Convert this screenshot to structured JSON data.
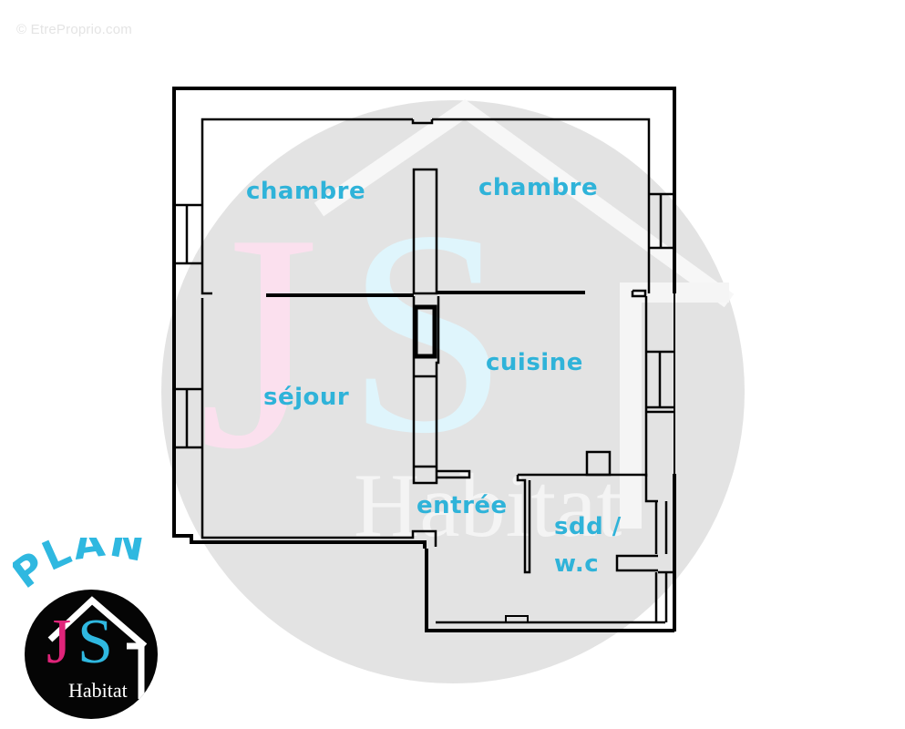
{
  "watermark": {
    "copyright": "© EtreProprio.com",
    "background_letters": {
      "j": "J",
      "s": "S",
      "habitat": "Habitat"
    }
  },
  "rooms": [
    {
      "id": "chambre-1",
      "label": "chambre"
    },
    {
      "id": "chambre-2",
      "label": "chambre"
    },
    {
      "id": "sejour",
      "label": "séjour"
    },
    {
      "id": "cuisine",
      "label": "cuisine"
    },
    {
      "id": "entree",
      "label": "entrée"
    },
    {
      "id": "sdd-wc",
      "line1": "sdd /",
      "line2": "w.c"
    }
  ],
  "logo": {
    "plan_text": "PLAN",
    "j": "J",
    "s": "S",
    "habitat": "Habitat"
  },
  "colors": {
    "label": "#2fb3d9",
    "wall": "#000000",
    "watermark_circle": "#e3e3e3",
    "watermark_j": "#fbe0ee",
    "watermark_s": "#dff5fc",
    "logo_pink": "#e0247a",
    "logo_blue": "#2fb8e0"
  }
}
